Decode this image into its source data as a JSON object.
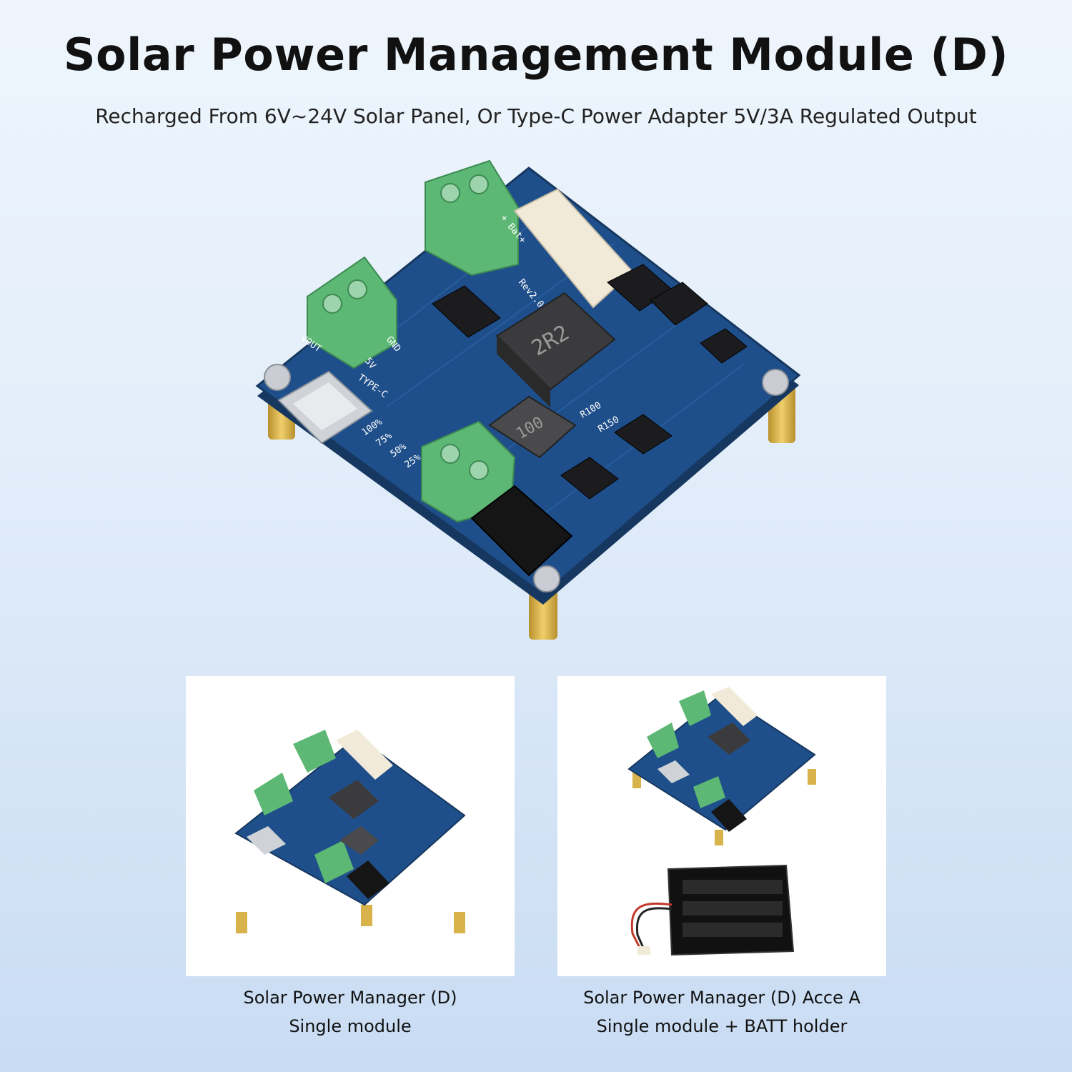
{
  "header": {
    "title": "Solar Power Management Module (D)",
    "subtitle": "Recharged From 6V~24V Solar Panel, Or Type-C Power Adapter 5V/3A Regulated Output"
  },
  "board_silkscreen": {
    "rev": "Rev2.0",
    "inductor_main": "2R2",
    "inductor_small": "100",
    "resistor_a": "R100",
    "resistor_b": "R150",
    "pin_bat": "+ Bat+",
    "pin_gnd": "GND",
    "pin_5v": "5V",
    "pin_vout": "VOUT",
    "pin_typec": "TYPE-C",
    "level_100": "100%",
    "level_75": "75%",
    "level_50": "50%",
    "level_25": "25%"
  },
  "options": [
    {
      "name": "Solar Power Manager (D)",
      "desc": "Single module"
    },
    {
      "name": "Solar Power Manager (D) Acce A",
      "desc": "Single module + BATT holder"
    }
  ],
  "colors": {
    "pcb": "#1f4f8a",
    "terminal": "#5cb874",
    "standoff": "#d8b24a",
    "connector": "#f2ead8"
  }
}
